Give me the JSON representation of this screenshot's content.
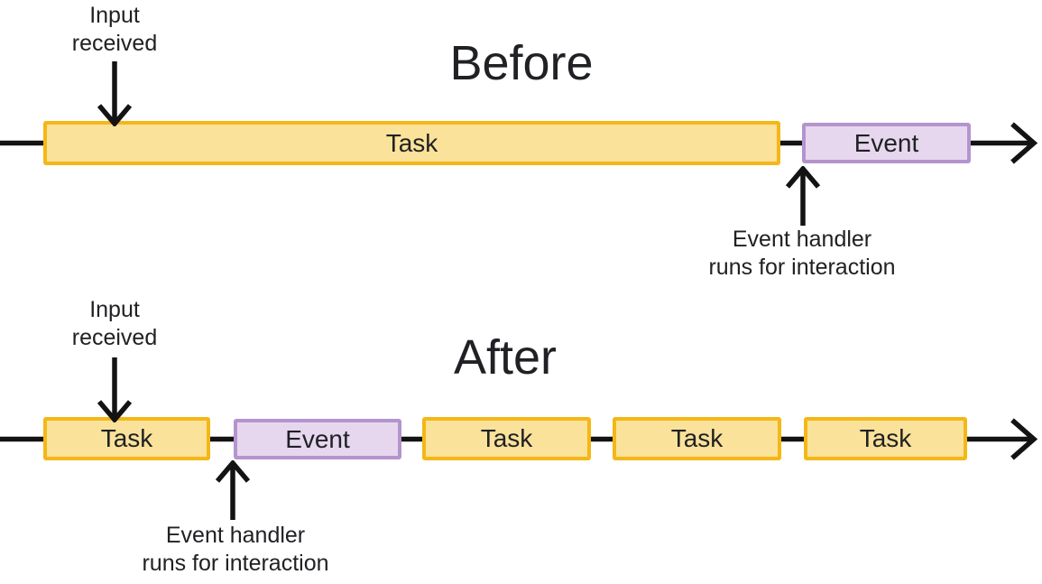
{
  "colors": {
    "task_fill": "#FBE29A",
    "task_border": "#F4B718",
    "event_fill": "#E6D7EE",
    "event_border": "#B494CD",
    "line": "#131313",
    "text": "#202124"
  },
  "before": {
    "title": "Before",
    "input_annotation": "Input\nreceived",
    "handler_annotation": "Event handler\nruns for interaction",
    "timeline": [
      {
        "type": "task",
        "label": "Task"
      },
      {
        "type": "event",
        "label": "Event"
      }
    ]
  },
  "after": {
    "title": "After",
    "input_annotation": "Input\nreceived",
    "handler_annotation": "Event handler\nruns for interaction",
    "timeline": [
      {
        "type": "task",
        "label": "Task"
      },
      {
        "type": "event",
        "label": "Event"
      },
      {
        "type": "task",
        "label": "Task"
      },
      {
        "type": "task",
        "label": "Task"
      },
      {
        "type": "task",
        "label": "Task"
      }
    ]
  }
}
